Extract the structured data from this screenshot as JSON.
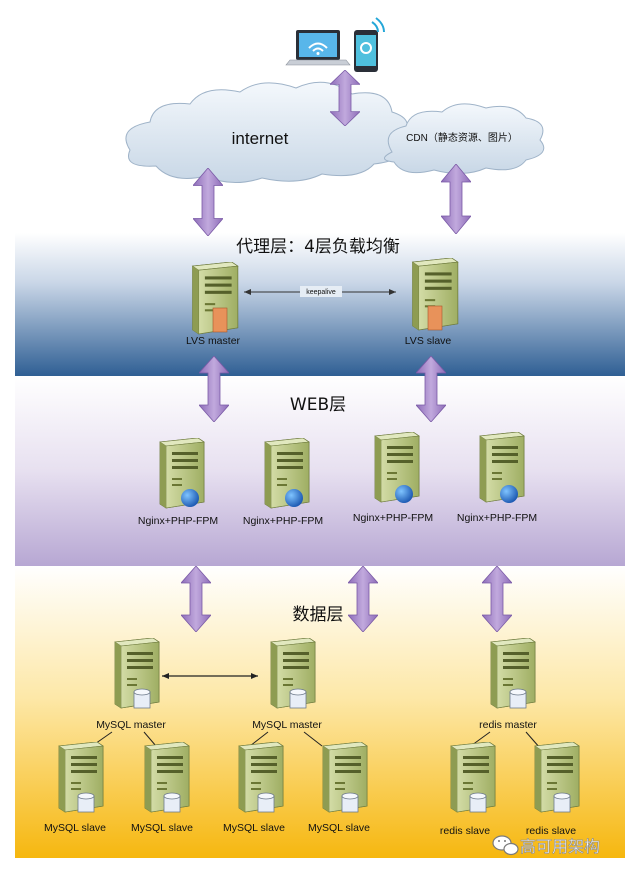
{
  "top": {
    "internet_label": "internet",
    "cdn_label": "CDN（静态资源、图片）"
  },
  "proxy_layer": {
    "title": "代理层：4层负载均衡",
    "link_label": "keepalive",
    "servers": [
      "LVS master",
      "LVS slave"
    ]
  },
  "web_layer": {
    "title": "WEB层",
    "servers": [
      "Nginx+PHP-FPM",
      "Nginx+PHP-FPM",
      "Nginx+PHP-FPM",
      "Nginx+PHP-FPM"
    ]
  },
  "data_layer": {
    "title": "数据层",
    "masters": [
      "MySQL master",
      "MySQL master",
      "redis master"
    ],
    "slaves": [
      "MySQL slave",
      "MySQL slave",
      "MySQL slave",
      "MySQL slave",
      "redis slave",
      "redis slave"
    ]
  },
  "watermark": {
    "text": "高可用架构"
  },
  "colors": {
    "proxy_band_top": "#ffffff",
    "proxy_band_bottom": "#2f5f94",
    "web_band_top": "#ffffff",
    "web_band_bottom": "#b7a7d3",
    "data_band_top": "#ffffff",
    "data_band_bottom": "#f6b70f",
    "arrow": "#a689c9",
    "server_body": "#b8c48a"
  }
}
